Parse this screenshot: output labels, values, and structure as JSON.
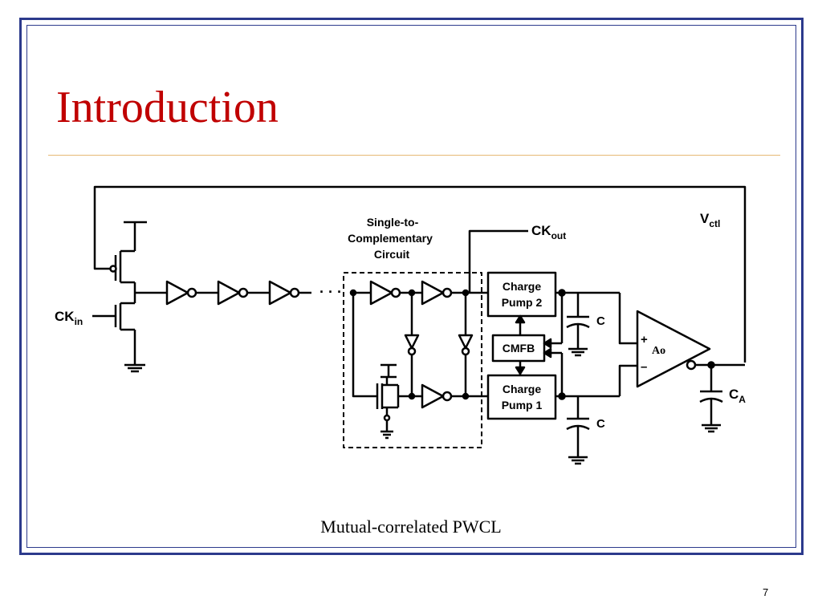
{
  "slide": {
    "title": "Introduction",
    "caption": "Mutual-correlated PWCL",
    "page_number": "7"
  },
  "diagram": {
    "block_title_lines": [
      "Single-to-",
      "Complementary",
      "Circuit"
    ],
    "ckin": {
      "main": "CK",
      "sub": "in"
    },
    "ckout": {
      "main": "CK",
      "sub": "out"
    },
    "vctl": {
      "main": "V",
      "sub": "ctl"
    },
    "charge_pump_2": [
      "Charge",
      "Pump 2"
    ],
    "charge_pump_1": [
      "Charge",
      "Pump 1"
    ],
    "cmfb": "CMFB",
    "cap_top": "C",
    "cap_bottom": "C",
    "ca": {
      "main": "C",
      "sub": "A"
    },
    "amp_label": "Ao",
    "amp_plus": "+",
    "amp_minus": "–",
    "dots": "· · ·"
  },
  "colors": {
    "frame": "#2c3a8c",
    "title": "#c00000",
    "title_rule": "#e6b873"
  }
}
